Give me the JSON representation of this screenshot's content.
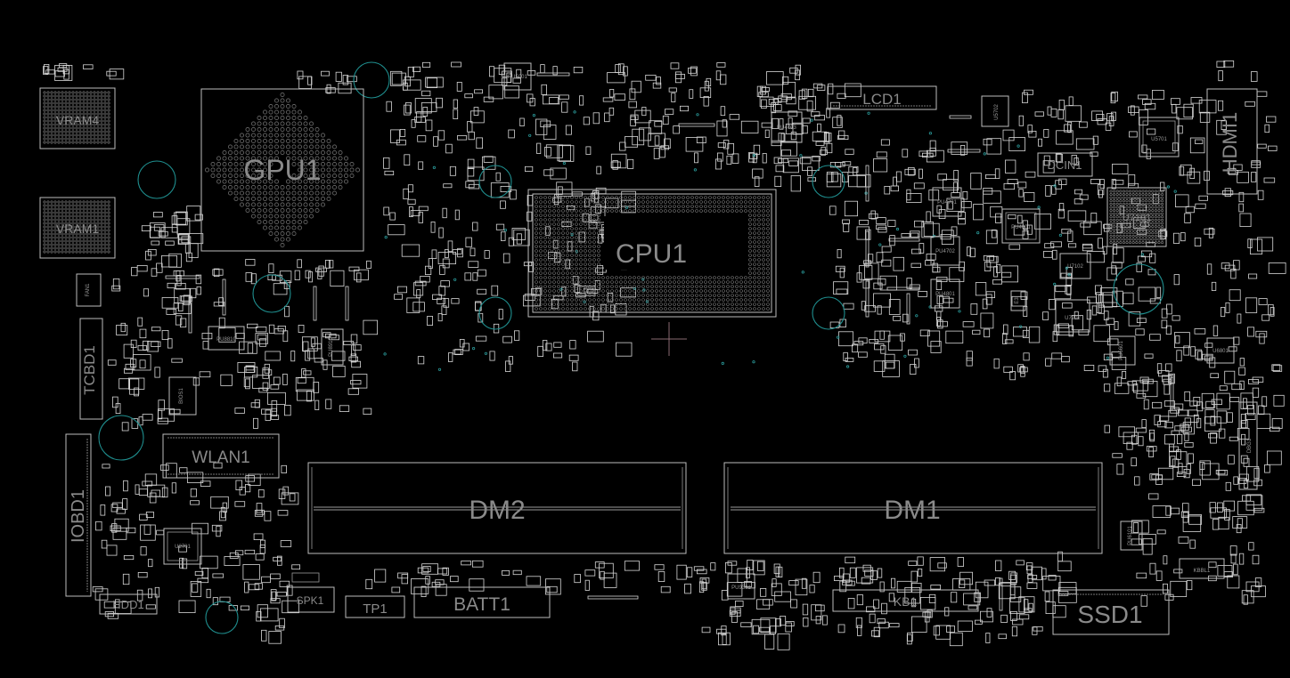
{
  "background": "#000000",
  "colors": {
    "outline": "#bdbdbd",
    "label": "#8a8a8a",
    "mounting_hole": "#1f8f8f",
    "crosshair": "#8a6a72"
  },
  "components": {
    "gpu1": "GPU1",
    "cpu1": "CPU1",
    "vram4": "VRAM4",
    "vram1": "VRAM1",
    "lcd1": "LCD1",
    "hdmi1": "HDMI1",
    "dcin1": "DCIN1",
    "u7101": "U7101",
    "u5701": "U5701",
    "u5702": "U5702",
    "u7102": "U7102",
    "u7202": "U7202",
    "e3": "E3",
    "pu4601": "PU4601",
    "pu4701": "PU4701",
    "pu4702": "PU4702",
    "pu4801": "PU4801",
    "pu4703": "PU4703",
    "pu5001": "PU5001",
    "fan1": "FAN1",
    "tcbd1": "TCBD1",
    "pu8810": "PU8810",
    "pu8910": "PU8910",
    "bios1": "BIOS1",
    "wlan1": "WLAN1",
    "iobd1": "IOBD1",
    "dm2": "DM2",
    "dm1": "DM1",
    "u2701": "U2701",
    "hdd1": "HDD1",
    "spk1": "SPK1",
    "tp1": "TP1",
    "batt1": "BATT1",
    "kb1": "KB1",
    "ssd1": "SSD1",
    "kbbl1": "KBBL1",
    "dbg1": "DBG1",
    "pu9301": "PU9301",
    "pu6101": "PU6101",
    "pu6601": "PU6601",
    "u6801": "U6801"
  }
}
